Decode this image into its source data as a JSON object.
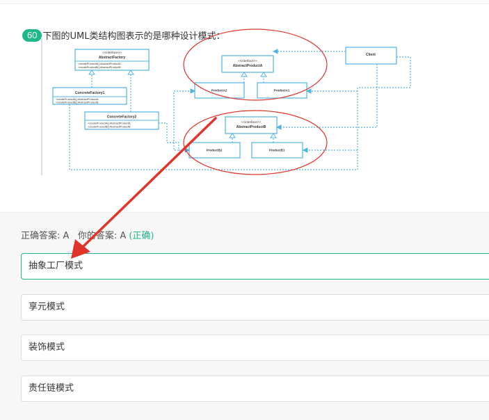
{
  "question": {
    "number": "60",
    "text": "下图的UML类结构图表示的是哪种设计模式："
  },
  "diagram": {
    "abstract_factory": {
      "stereotype": "<<interface>>",
      "name": "AbstractFactory",
      "ops": [
        "+createProductA():AbstractProductA",
        "+createProductB():AbstractProductB"
      ]
    },
    "concrete_factory1": {
      "name": "ConcreteFactory1",
      "ops": [
        "+createProductA():AbstractProductA",
        "+createProductB():AbstractProductB"
      ]
    },
    "concrete_factory2": {
      "name": "ConcreteFactory2",
      "ops": [
        "+createProductA():AbstractProductA",
        "+createProductB():AbstractProductB"
      ]
    },
    "abstract_product_a": {
      "stereotype": "<<interface>>",
      "name": "AbstractProductA"
    },
    "abstract_product_b": {
      "stereotype": "<<interface>>",
      "name": "AbstractProductB"
    },
    "client": "Client",
    "product_a2": "ProductA2",
    "product_a1": "ProductA1",
    "product_b2": "ProductB2",
    "product_b1": "ProductB1"
  },
  "answer": {
    "correct_label": "正确答案: A",
    "yours_label": "你的答案: A",
    "status": "(正确)"
  },
  "options": [
    "抽象工厂模式",
    "享元模式",
    "装饰模式",
    "责任链模式"
  ],
  "colors": {
    "accent": "#1fb889",
    "uml_line": "#4fb3e0",
    "annotation": "#e0342b"
  }
}
